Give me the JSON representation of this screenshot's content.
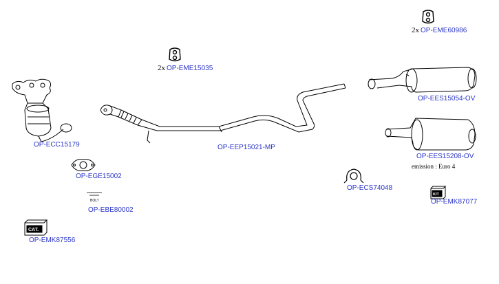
{
  "parts": {
    "catalyst": {
      "code": "OP-ECC15179"
    },
    "gasket": {
      "code": "OP-EGE15002"
    },
    "bolt": {
      "code": "OP-EBE80002",
      "icon_text": "BOLT"
    },
    "cat_kit": {
      "code": "OP-EMK87556",
      "icon_text": "CAT."
    },
    "hanger_middle": {
      "qty": "2x",
      "code": "OP-EME15035"
    },
    "hanger_rear": {
      "qty": "2x",
      "code": "OP-EME60986"
    },
    "middle_pipe": {
      "code": "OP-EEP15021-MP"
    },
    "clamp": {
      "code": "OP-ECS74048"
    },
    "rear_silencer_a": {
      "code": "OP-EES15054-OV"
    },
    "rear_silencer_b": {
      "code": "OP-EES15208-OV",
      "note": "emission : Euro 4"
    },
    "kit": {
      "code": "OP-EMK87077",
      "icon_text": "KIT"
    }
  },
  "colors": {
    "link": "#2b35c8",
    "line": "#000000"
  }
}
